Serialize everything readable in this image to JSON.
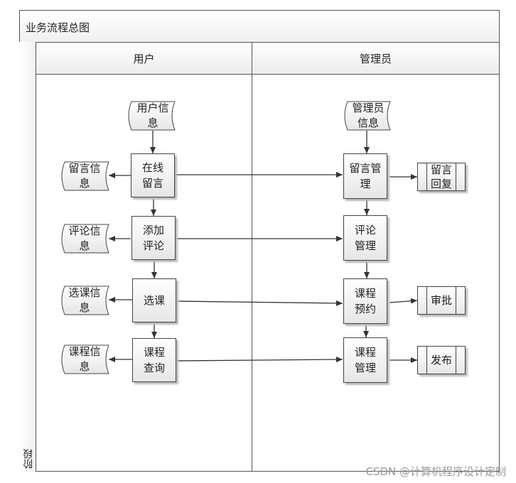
{
  "diagram": {
    "title": "业务流程总图",
    "stage_label": "阶段",
    "lanes": [
      "用户",
      "管理员"
    ],
    "user_side": {
      "user_info": [
        "用户信",
        "息"
      ],
      "processes": [
        [
          "在线",
          "留言"
        ],
        [
          "添加",
          "评论"
        ],
        [
          "选课"
        ],
        [
          "课程",
          "查询"
        ]
      ],
      "stores": [
        [
          "留言信",
          "息"
        ],
        [
          "评论信",
          "息"
        ],
        [
          "选课信",
          "息"
        ],
        [
          "课程信",
          "息"
        ]
      ]
    },
    "admin_side": {
      "admin_info": [
        "管理员",
        "信息"
      ],
      "processes": [
        [
          "留言管",
          "理"
        ],
        [
          "评论",
          "管理"
        ],
        [
          "课程",
          "预约"
        ],
        [
          "课程",
          "管理"
        ]
      ],
      "subprocesses": [
        [
          "留言",
          "回复"
        ],
        [
          "审批"
        ],
        [
          "发布"
        ]
      ]
    }
  },
  "watermark": "CSDN @计算机程序设计定制"
}
